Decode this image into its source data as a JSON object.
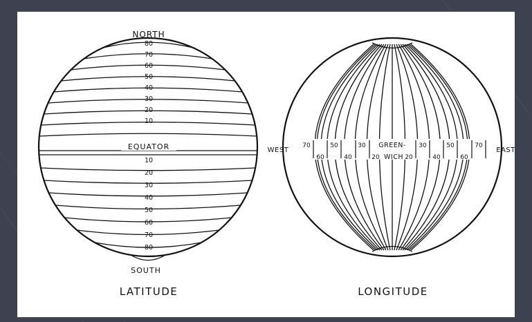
{
  "slide": {
    "background_color": "#3d4150",
    "panel_color": "#ffffff",
    "ink_color": "#111111"
  },
  "latitude_globe": {
    "north_label": "NORTH",
    "south_label": "SOUTH",
    "equator_label": "EQUATOR",
    "north_values": [
      "80",
      "70",
      "60",
      "50",
      "40",
      "30",
      "20",
      "10"
    ],
    "south_values": [
      "10",
      "20",
      "30",
      "40",
      "50",
      "60",
      "70",
      "80"
    ],
    "caption": "LATITUDE"
  },
  "longitude_globe": {
    "west_label": "WEST",
    "east_label": "EAST",
    "greenwich_label_top": "GREEN-",
    "greenwich_label_bottom": "WICH",
    "west_values_top": [
      "70",
      "50",
      "30"
    ],
    "west_values_bottom": [
      "60",
      "40",
      "20"
    ],
    "east_values_top": [
      "30",
      "50",
      "70"
    ],
    "east_values_bottom": [
      "20",
      "40",
      "60"
    ],
    "caption": "LONGITUDE"
  }
}
